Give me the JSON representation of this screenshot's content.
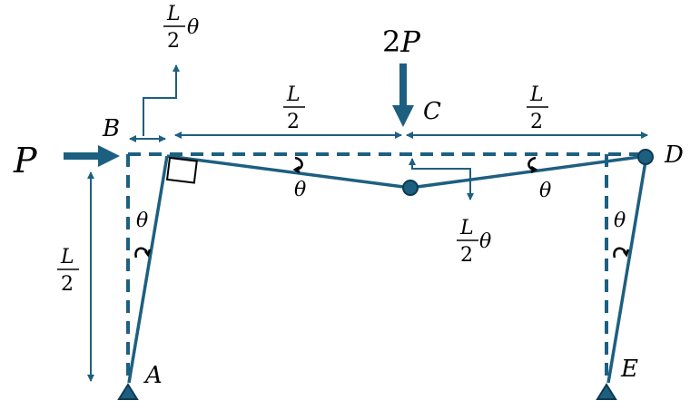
{
  "colors": {
    "frame": "#1d5f80",
    "ink": "#000000"
  },
  "points": {
    "A": "A",
    "B": "B",
    "C": "C",
    "D": "D",
    "E": "E"
  },
  "loads": {
    "horizontal": "P",
    "vertical_coef": "2",
    "vertical_sym": "P"
  },
  "frac": {
    "num": "L",
    "den": "2"
  },
  "angle": "θ",
  "icons": {
    "support": "triangle-pin-support-icon",
    "hinge": "circle-hinge-icon",
    "right_angle": "square-right-angle-icon",
    "rotation": "curved-rotation-arrow-icon"
  }
}
